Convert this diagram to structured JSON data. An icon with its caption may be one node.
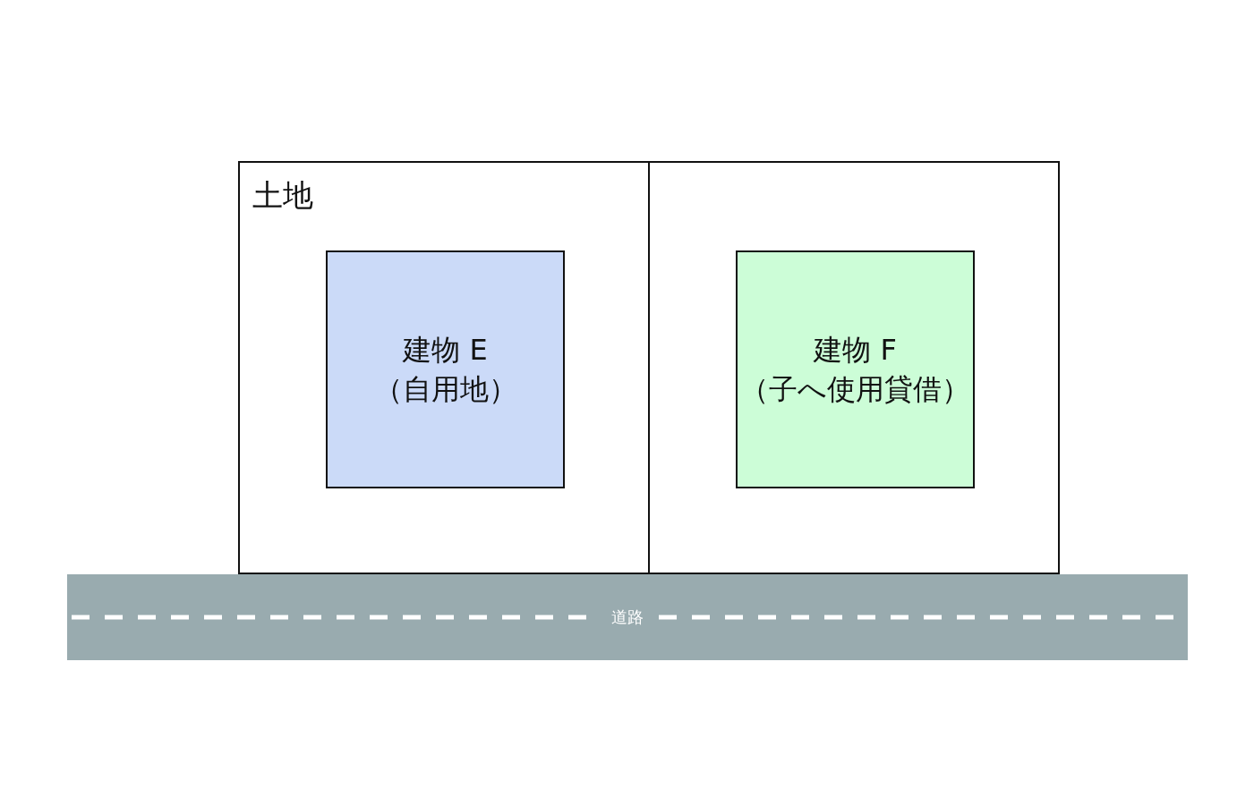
{
  "diagram": {
    "nodes": [
      {
        "text": [
          "土地"
        ]
      },
      {
        "text": [],
        "shape": "box"
      },
      {
        "text": [
          "建物 E",
          "（自用地）"
        ],
        "in": 0
      },
      {
        "text": [
          "建物 F",
          "（子へ使用貸借）"
        ],
        "in": 1
      },
      {
        "text": [
          "道路"
        ]
      }
    ],
    "edges": []
  }
}
